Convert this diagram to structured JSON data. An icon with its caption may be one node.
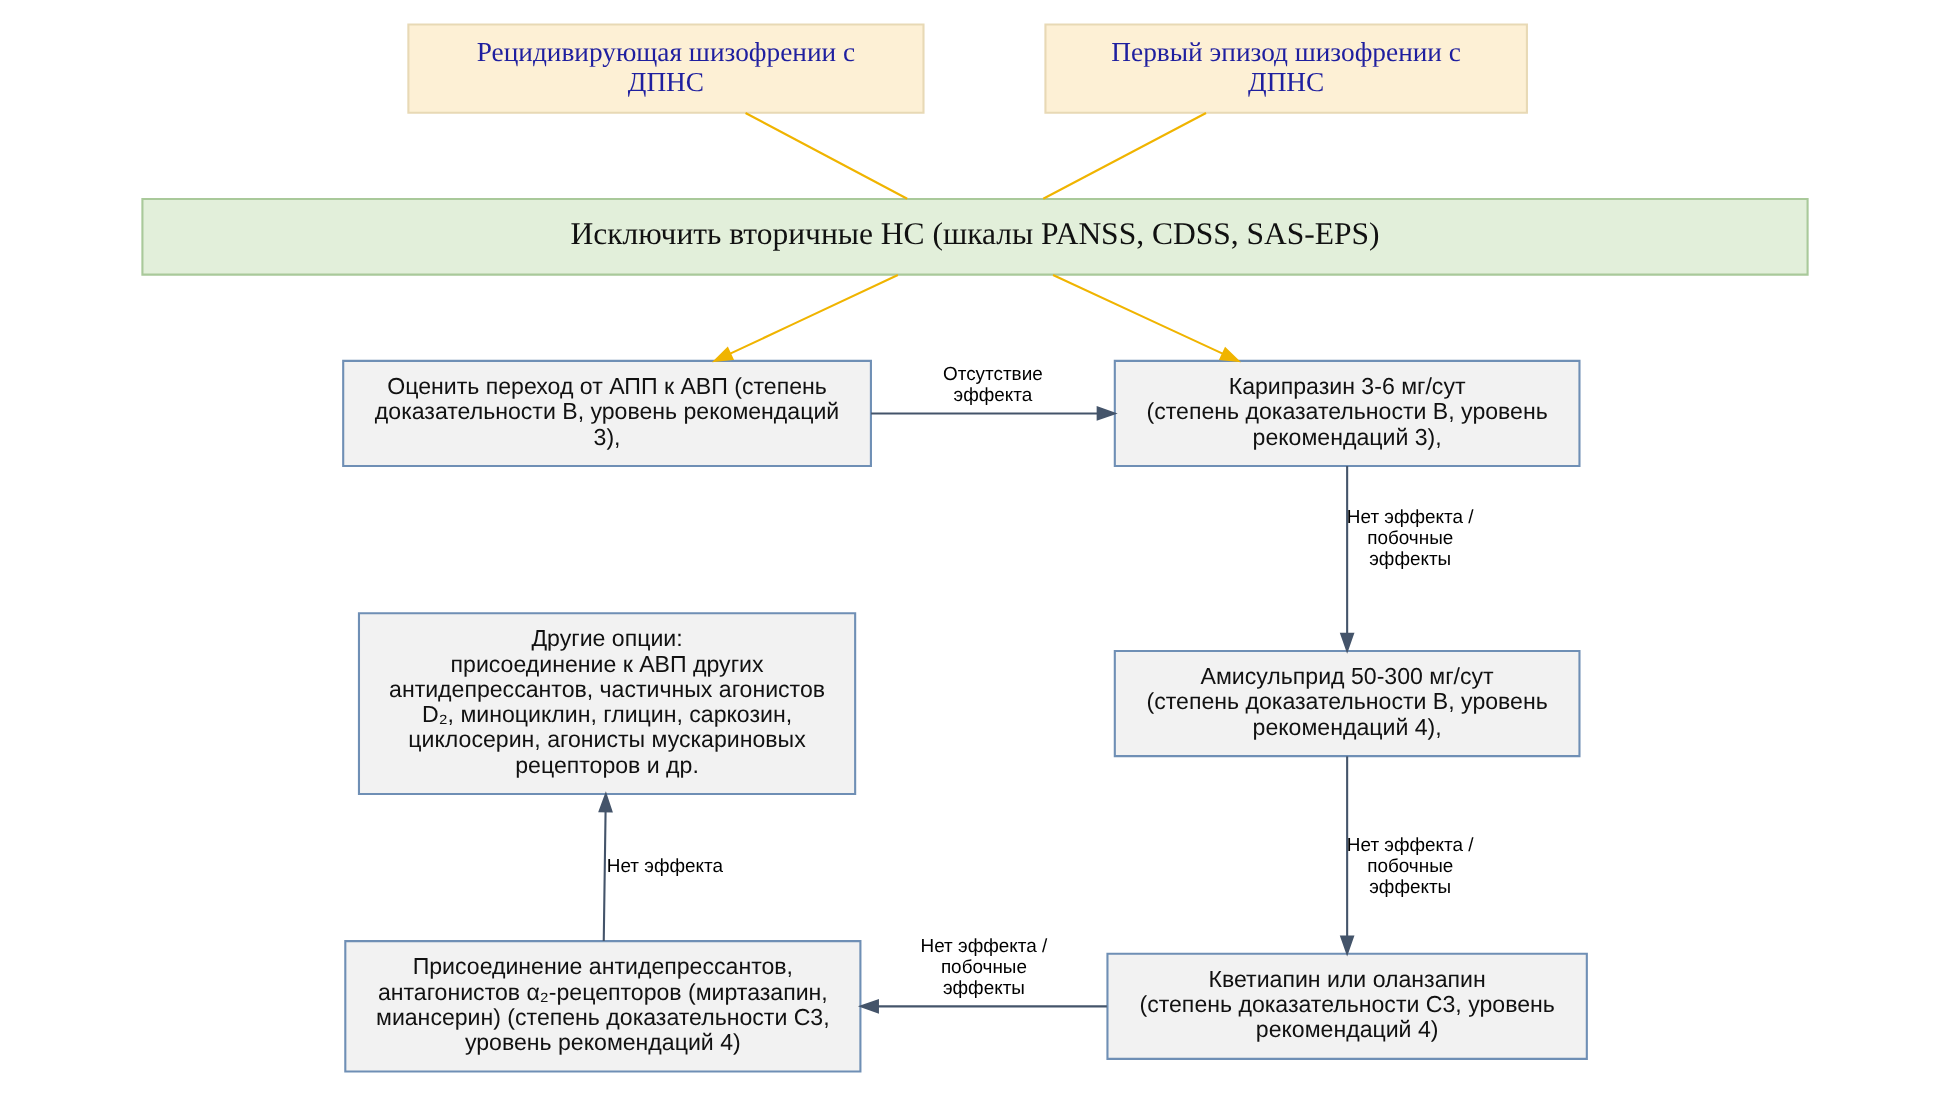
{
  "diagram": {
    "nodes": [
      {
        "text": [
          "Рецидивирующая шизофрении с ДПНС"
        ]
      },
      {
        "text": [
          "Первый эпизод шизофрении с ДПНС"
        ]
      },
      {
        "text": [
          "Исключить вторичные НС (шкалы PANSS, CDSS, SAS-EPS)"
        ]
      },
      {
        "text": [
          "Оценить переход от АПП к АВП (степень доказательности В, уровень рекомендаций 3),"
        ]
      },
      {
        "text": [
          "Карипразин 3-6 мг/сут",
          "(степень доказательности В, уровень рекомендаций 3),"
        ]
      },
      {
        "text": [
          "Амисульприд 50-300 мг/сут",
          "(степень доказательности В, уровень рекомендаций 4),"
        ]
      },
      {
        "text": [
          "Кветиапин или оланзапин",
          "(степень доказательности С3, уровень рекомендаций 4)"
        ]
      },
      {
        "text": [
          "Присоединение антидепрессантов, антагонистов α₂-рецепторов (миртазапин, миансерин) (степень доказательности С3, уровень рекомендаций 4)"
        ]
      },
      {
        "text": [
          "Другие опции:",
          "присоединение к АВП других антидепрессантов, частичных агонистов D₂, миноциклин, глицин, саркозин, циклосерин, агонисты мускариновых рецепторов и др."
        ]
      }
    ],
    "edges": [
      {
        "from": 0,
        "to": 2,
        "arrow": "none",
        "color": "#f0b400"
      },
      {
        "from": 2,
        "to": 3,
        "arrow": "to",
        "color": "#f0b400"
      },
      {
        "from": 1,
        "to": 2,
        "arrow": "none",
        "color": "#f0b400"
      },
      {
        "from": 2,
        "to": 4,
        "arrow": "to",
        "color": "#f0b400"
      },
      {
        "from": 3,
        "to": 4,
        "arrow": "to",
        "label": "Отсутствие эффекта"
      },
      {
        "from": 4,
        "to": 5,
        "arrow": "to",
        "label": "Нет эффекта / побочные эффекты"
      },
      {
        "from": 5,
        "to": 6,
        "arrow": "to",
        "label": "Нет эффекта / побочные эффекты"
      },
      {
        "from": 6,
        "to": 7,
        "arrow": "to",
        "label": "Нет эффекта / побочные эффекты"
      },
      {
        "from": 7,
        "to": 8,
        "arrow": "to",
        "label": "Нет эффекта"
      }
    ]
  }
}
